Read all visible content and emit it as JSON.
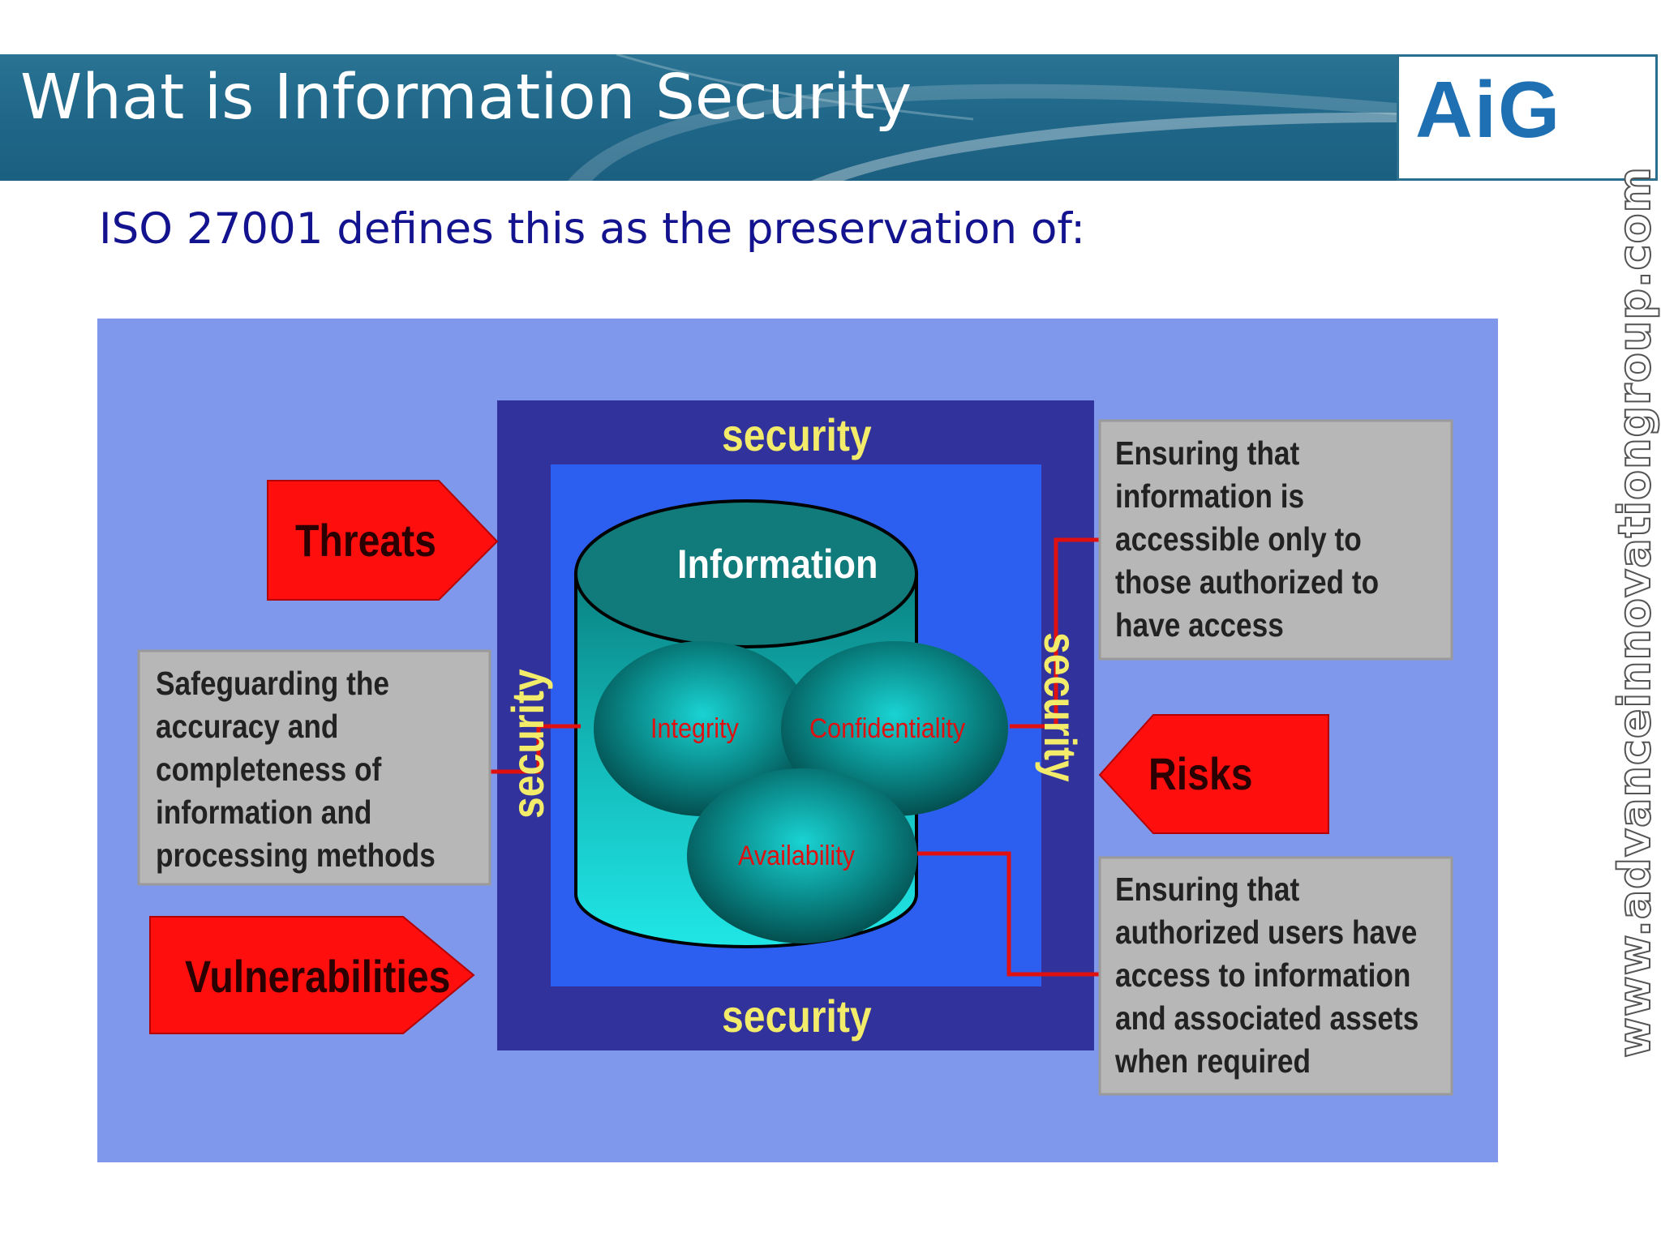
{
  "slide": {
    "title": "What is Information Security",
    "subtitle": "ISO 27001 defines this as the preservation of:",
    "logo_text": "AiG",
    "side_url": "www.advanceinnovationgroup.com"
  },
  "diagram": {
    "security_labels": {
      "top": "security",
      "bottom": "security",
      "left": "security",
      "right": "security"
    },
    "cylinder_label": "Information",
    "spheres": {
      "integrity": "Integrity",
      "confidentiality": "Confidentiality",
      "availability": "Availability"
    },
    "arrows": {
      "threats": "Threats",
      "vulnerabilities": "Vulnerabilities",
      "risks": "Risks"
    },
    "definitions": {
      "integrity": [
        "Safeguarding the",
        "accuracy and",
        "completeness of",
        "information and",
        "processing methods"
      ],
      "confidentiality": [
        "Ensuring that",
        "information is",
        "accessible only to",
        "those authorized to",
        "have access"
      ],
      "availability": [
        "Ensuring that",
        "authorized users have",
        "access to information",
        "and associated assets",
        "when required"
      ]
    },
    "colors": {
      "background": "#8098ec",
      "frame": "#32329c",
      "inner": "#2c5ff0",
      "arrow": "#ff0e0e",
      "box": "#b7b7b7",
      "security_text": "#f3ec6a",
      "connector": "#e01010"
    }
  }
}
